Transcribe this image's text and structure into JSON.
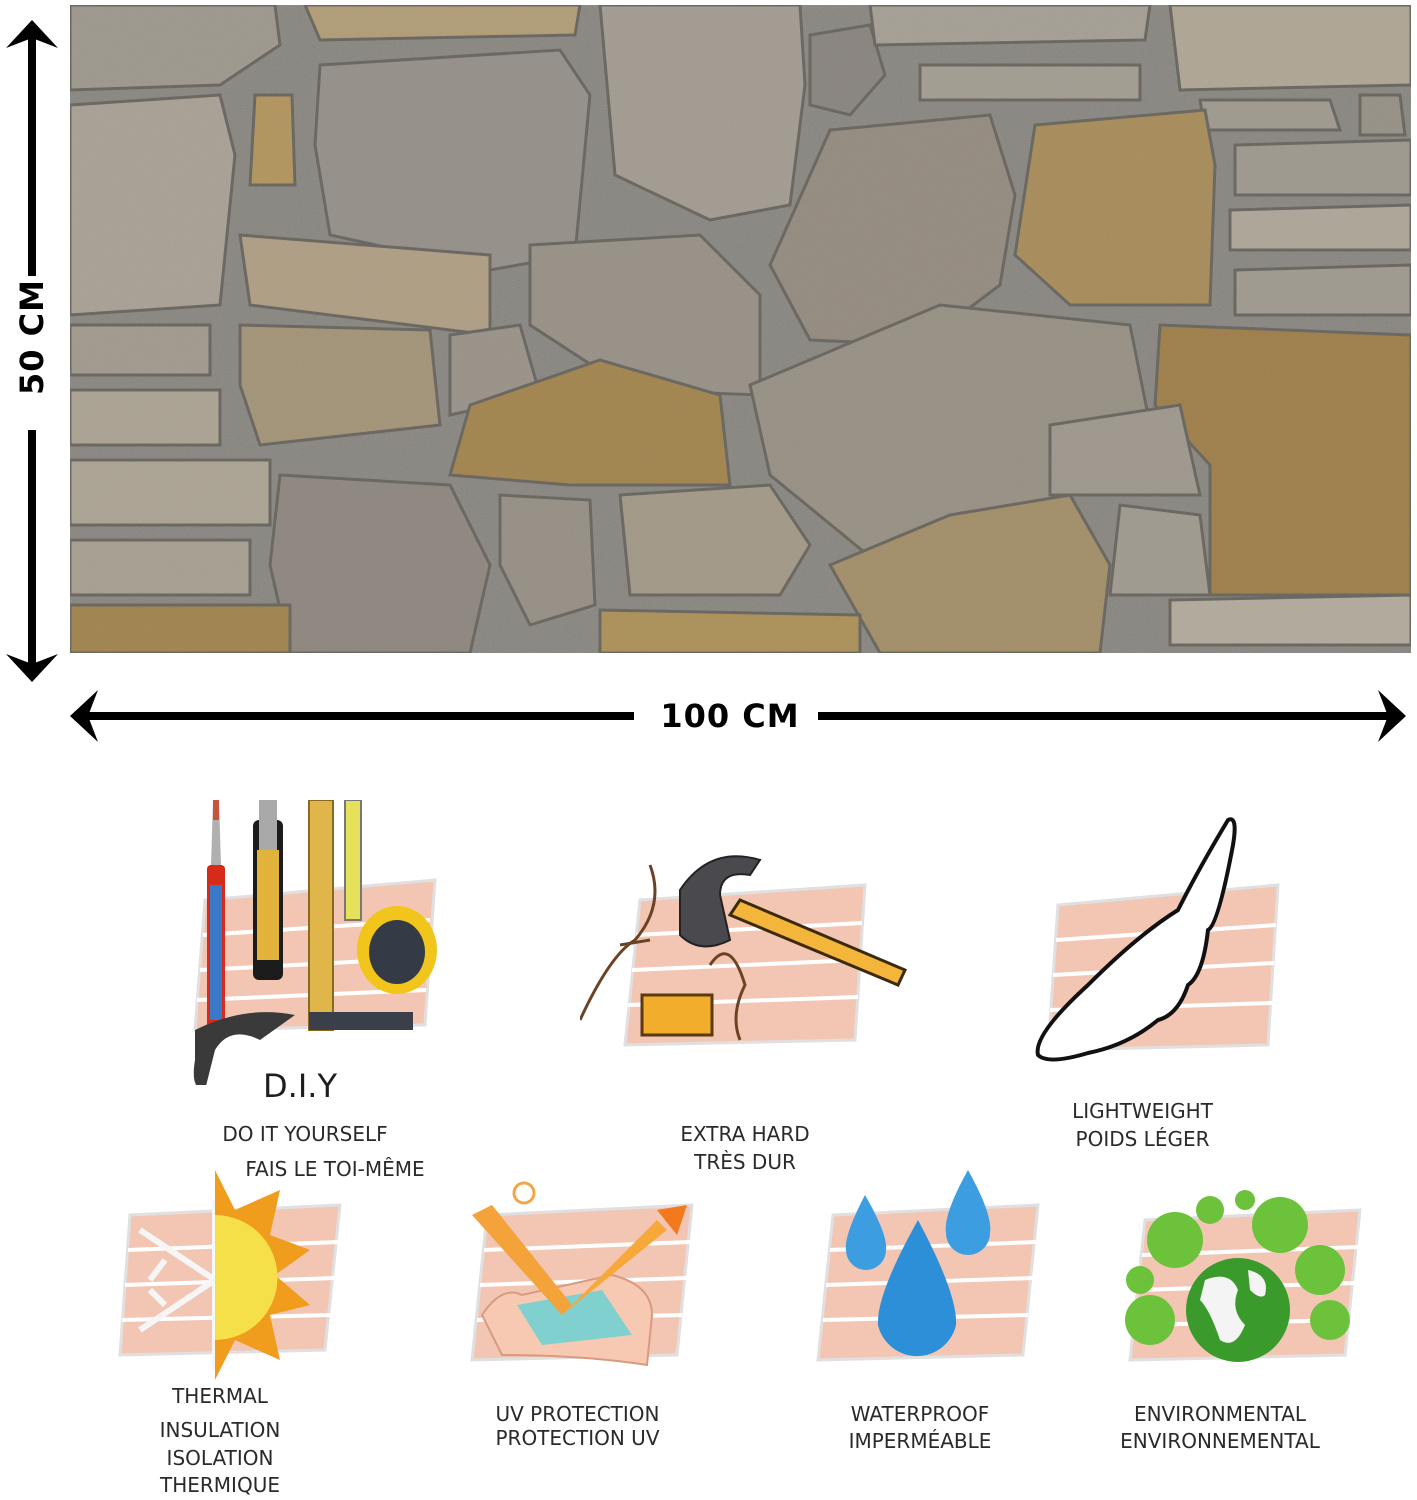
{
  "dimensions": {
    "height_label": "50 CM",
    "width_label": "100 CM"
  },
  "product": {
    "panel_name": "stone-wall-panel",
    "colors": {
      "mortar": "#8a8782",
      "stone_grey": "#9c968c",
      "stone_tan": "#b39e76",
      "stone_ochre": "#a8884e",
      "brick": "#f2c4b3"
    }
  },
  "features": [
    {
      "id": "diy",
      "icon": "tools-icon",
      "title": "D.I.Y",
      "line1": "DO IT YOURSELF",
      "line2": "FAIS LE TOI-MÊME"
    },
    {
      "id": "extra-hard",
      "icon": "hammer-icon",
      "line1": "EXTRA HARD",
      "line2": "TRÈS DUR"
    },
    {
      "id": "lightweight",
      "icon": "feather-icon",
      "line1": "LIGHTWEIGHT",
      "line2": "POIDS LÉGER"
    },
    {
      "id": "thermal",
      "icon": "sun-snowflake-icon",
      "line1": "THERMAL",
      "line2": "INSULATION",
      "line3": "ISOLATION",
      "line4": "THERMIQUE"
    },
    {
      "id": "uv",
      "icon": "uv-reflect-icon",
      "line1": "UV PROTECTION",
      "line2": "PROTECTION UV"
    },
    {
      "id": "waterproof",
      "icon": "water-drops-icon",
      "line1": "WATERPROOF",
      "line2": "IMPERMÉABLE"
    },
    {
      "id": "environmental",
      "icon": "globe-trees-icon",
      "line1": "ENVIRONMENTAL",
      "line2": "ENVIRONNEMENTAL"
    }
  ]
}
